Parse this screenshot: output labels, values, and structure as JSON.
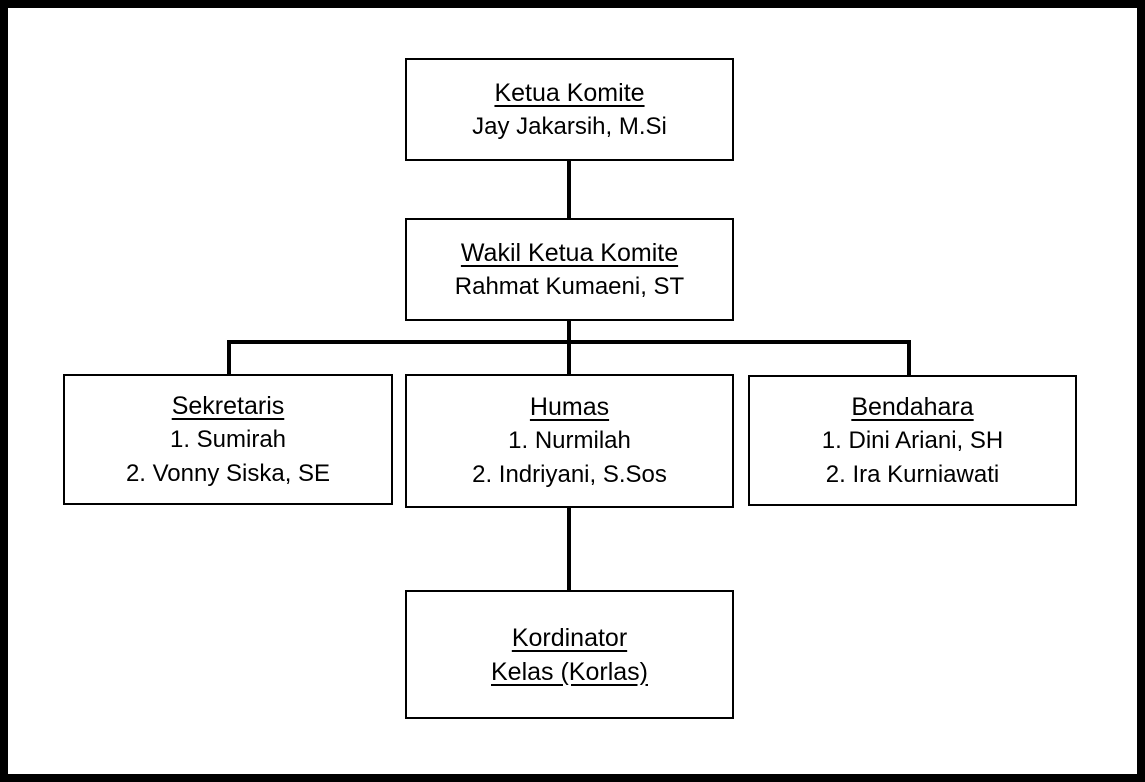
{
  "ketua": {
    "title": "Ketua Komite",
    "names": [
      "Jay Jakarsih, M.Si"
    ]
  },
  "wakil": {
    "title": "Wakil Ketua Komite",
    "names": [
      "Rahmat Kumaeni, ST"
    ]
  },
  "sekretaris": {
    "title": "Sekretaris",
    "names": [
      "1. Sumirah",
      "2. Vonny Siska, SE"
    ]
  },
  "humas": {
    "title": "Humas",
    "names": [
      "1. Nurmilah",
      "2. Indriyani, S.Sos"
    ]
  },
  "bendahara": {
    "title": "Bendahara",
    "names": [
      "1. Dini Ariani, SH",
      "2. Ira Kurniawati"
    ]
  },
  "korlas": {
    "title_lines": [
      "Kordinator",
      "Kelas (Korlas)"
    ]
  }
}
